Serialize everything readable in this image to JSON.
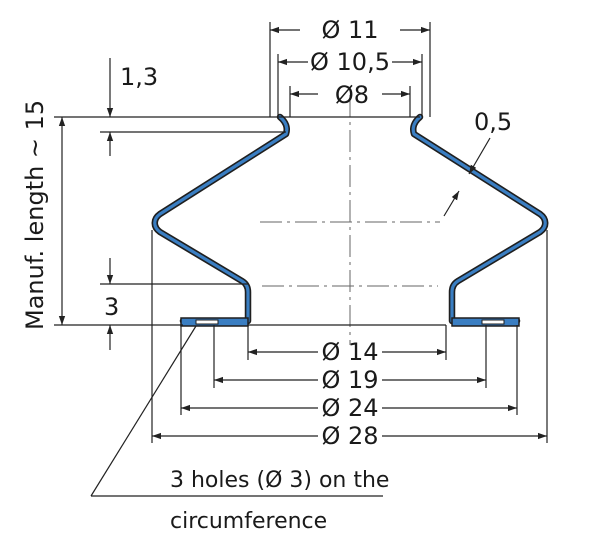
{
  "colors": {
    "part_fill": "#3a7ec2",
    "part_outline": "#1f1f1f",
    "line": "#222222",
    "background": "#ffffff"
  },
  "dimensions": {
    "d_outer_top": "Ø 11",
    "d_mid_top": "Ø 10,5",
    "d_inner_top": "Ø8",
    "wall_thickness": "0,5",
    "top_lip": "1,3",
    "flange_height": "3",
    "length": "Manuf. length ~ 15",
    "d_14": "Ø 14",
    "d_19": "Ø 19",
    "d_24": "Ø 24",
    "d_28": "Ø 28"
  },
  "note": {
    "line1": "3 holes (Ø 3) on the",
    "line2": "circumference"
  }
}
